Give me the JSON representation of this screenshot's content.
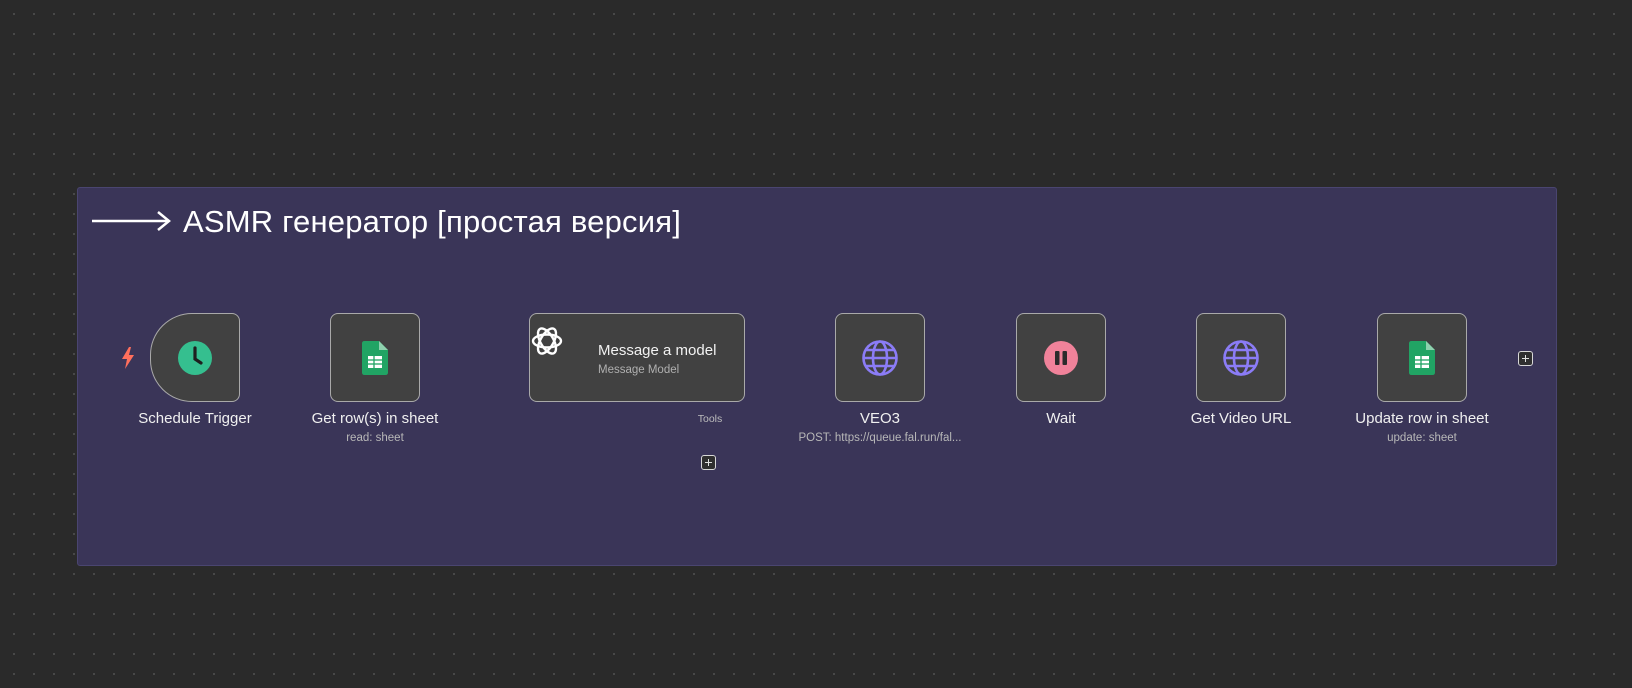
{
  "sticky_note": {
    "title": "ASMR генератор [простая версия]",
    "background": "#3a3558"
  },
  "nodes": [
    {
      "id": "schedule-trigger",
      "label": "Schedule Trigger",
      "subtitle": "",
      "icon": "clock-icon",
      "icon_color": "#35bf8f"
    },
    {
      "id": "get-rows",
      "label": "Get row(s) in sheet",
      "subtitle": "read: sheet",
      "icon": "google-sheets-icon",
      "icon_color": "#21a464"
    },
    {
      "id": "message-model",
      "label": "Message a model",
      "subtitle": "Message Model",
      "icon": "openai-icon",
      "icon_color": "#ffffff"
    },
    {
      "id": "veo3",
      "label": "VEO3",
      "subtitle": "POST: https://queue.fal.run/fal...",
      "icon": "globe-icon",
      "icon_color": "#8b7cf6"
    },
    {
      "id": "wait",
      "label": "Wait",
      "subtitle": "",
      "icon": "pause-icon",
      "icon_color": "#f0829a"
    },
    {
      "id": "get-video-url",
      "label": "Get Video URL",
      "subtitle": "",
      "icon": "globe-icon",
      "icon_color": "#8b7cf6"
    },
    {
      "id": "update-row",
      "label": "Update row in sheet",
      "subtitle": "update: sheet",
      "icon": "google-sheets-icon",
      "icon_color": "#21a464"
    }
  ],
  "tools_connector": {
    "label": "Tools"
  },
  "colors": {
    "canvas": "#2a2a2a",
    "node_fill": "#414141",
    "node_border": "#a9a9a9",
    "connection": "#b3b3b3",
    "trigger_bolt": "#ff6f5c"
  }
}
